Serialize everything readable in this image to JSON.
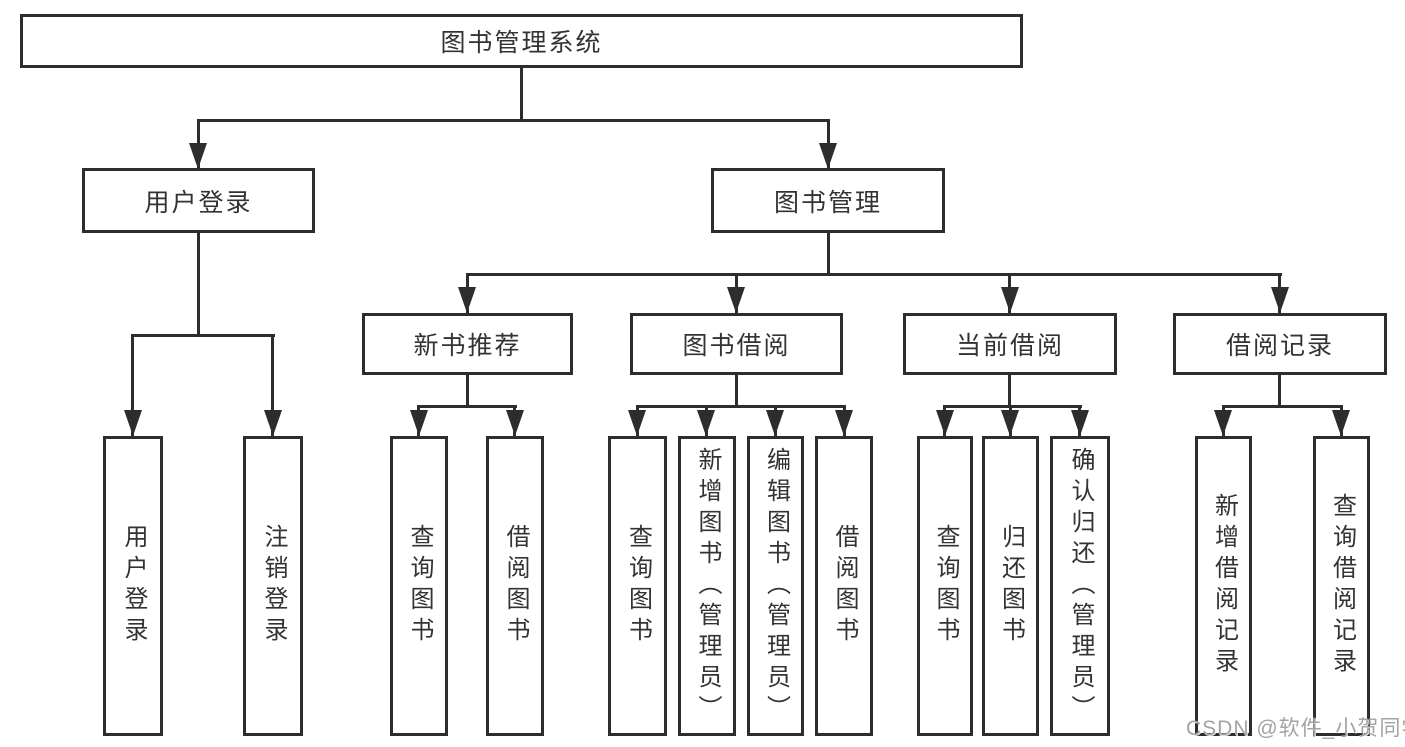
{
  "nodes": {
    "root": "图书管理系统",
    "l2": [
      "用户登录",
      "图书管理"
    ],
    "l3": [
      "新书推荐",
      "图书借阅",
      "当前借阅",
      "借阅记录"
    ],
    "login_leaves": [
      "用户登录",
      "注销登录"
    ],
    "recommend_leaves": [
      "查询图书",
      "借阅图书"
    ],
    "borrow_leaves": [
      "查询图书",
      "新增图书（管理员）",
      "编辑图书（管理员）",
      "借阅图书"
    ],
    "current_leaves": [
      "查询图书",
      "归还图书",
      "确认归还（管理员）"
    ],
    "record_leaves": [
      "新增借阅记录",
      "查询借阅记录"
    ]
  },
  "watermark": "CSDN @软件_小贺同学",
  "colors": {
    "line": "#2d2d2d",
    "text": "#333333",
    "background": "#ffffff",
    "watermark": "#a3a3a3"
  }
}
